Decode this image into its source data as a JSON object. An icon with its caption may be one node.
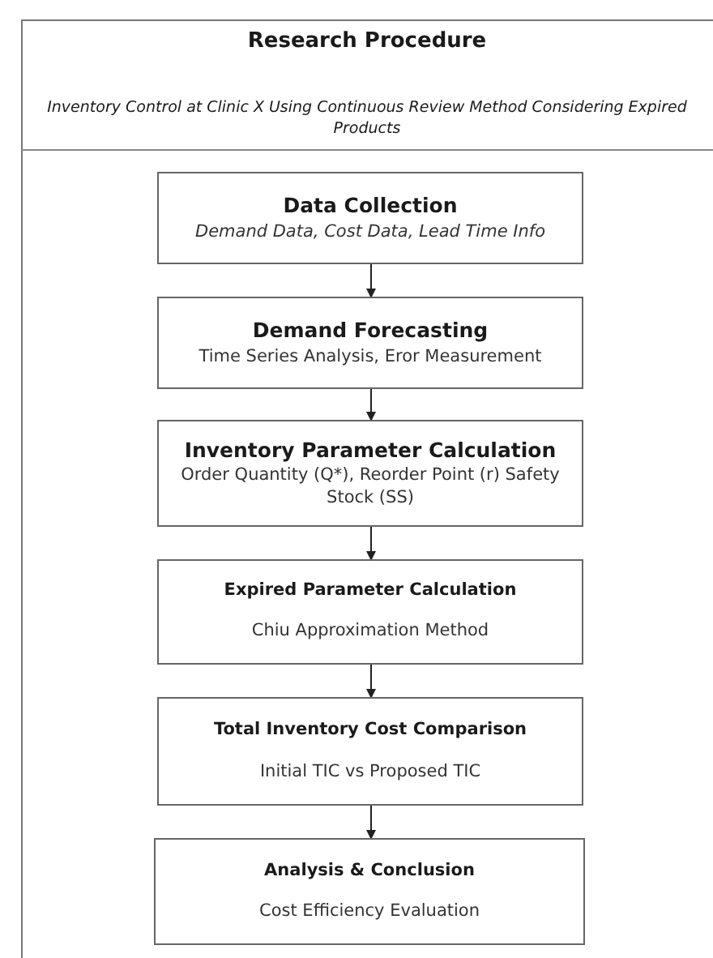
{
  "diagram": {
    "title": "Research Procedure",
    "caption": "Inventory Control at Clinic X Using Continuous Review Method Considering Expired Products",
    "nodes": [
      {
        "text": [
          "Data Collection",
          "Demand Data, Cost Data, Lead Time Info"
        ]
      },
      {
        "text": [
          "Demand Forecasting",
          "Time Series Analysis, Eror Measurement"
        ]
      },
      {
        "text": [
          "Inventory Parameter Calculation",
          "Order Quantity (Q*), Reorder Point (r) Safety Stock (SS)"
        ]
      },
      {
        "text": [
          "Expired Parameter Calculation",
          "Chiu Approximation Method"
        ]
      },
      {
        "text": [
          "Total Inventory Cost Comparison",
          "Initial TIC vs Proposed TIC"
        ]
      },
      {
        "text": [
          "Analysis & Conclusion",
          "Cost Efficiency Evaluation"
        ]
      }
    ],
    "edges": [
      {
        "from": 0,
        "to": 1,
        "arrow": "to"
      },
      {
        "from": 1,
        "to": 2,
        "arrow": "to"
      },
      {
        "from": 2,
        "to": 3,
        "arrow": "to"
      },
      {
        "from": 3,
        "to": 4,
        "arrow": "to"
      },
      {
        "from": 4,
        "to": 5,
        "arrow": "to"
      }
    ]
  }
}
